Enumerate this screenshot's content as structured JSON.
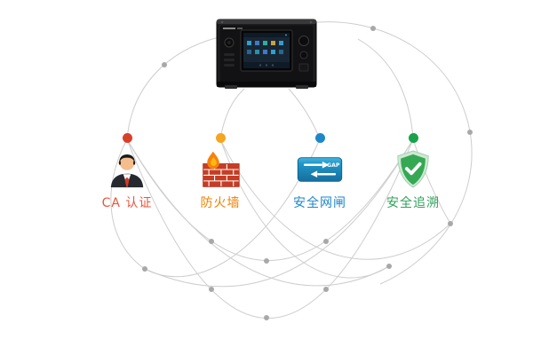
{
  "diagram": {
    "nodes": [
      {
        "id": "ca-auth",
        "label": "CA 认证",
        "color": "#e8553c",
        "dot": "#d8402a"
      },
      {
        "id": "firewall",
        "label": "防火墙",
        "color": "#f08200",
        "dot": "#f6a51f"
      },
      {
        "id": "security-gap",
        "label": "安全网闸",
        "color": "#1e87c9",
        "dot": "#1e87c9",
        "icon_text": "GAP"
      },
      {
        "id": "security-trace",
        "label": "安全追溯",
        "color": "#2fa05c",
        "dot": "#17a24b"
      }
    ]
  }
}
